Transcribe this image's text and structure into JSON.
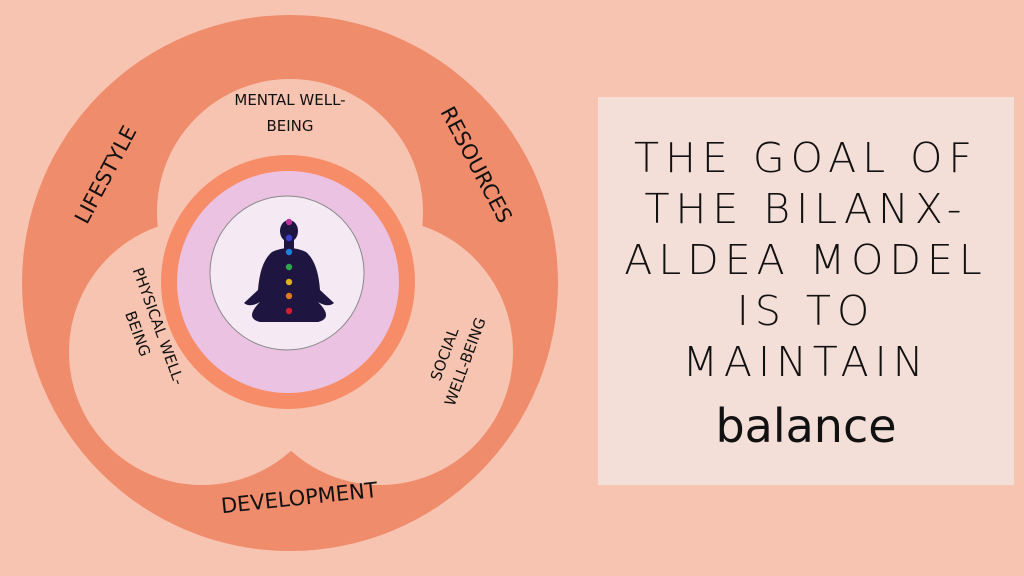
{
  "diagram": {
    "outer_labels": {
      "lifestyle": "LIFESTYLE",
      "resources": "RESOURCES",
      "development": "DEVELOPMENT"
    },
    "lobes": {
      "mental": [
        "MENTAL WELL-",
        "BEING"
      ],
      "physical": [
        "PHYSICAL WELL-",
        "BEING"
      ],
      "social": [
        "SOCIAL",
        "WELL-BEING"
      ]
    },
    "center_icon": "meditation-figure-chakras-icon",
    "colors": {
      "background": "#f7c4b1",
      "outer_ring": "#ef8c6c",
      "lobe": "#f7c4b1",
      "inner_ring": "#f68c68",
      "lilac": "#ecc2e2",
      "center": "#f5eaf3",
      "figure": "#1e1640"
    },
    "chakra_colors": [
      "#c0309a",
      "#3a3fd0",
      "#1e7fe0",
      "#2aa84a",
      "#e0b020",
      "#e07a20",
      "#d02030"
    ]
  },
  "goal": {
    "lines": [
      "THE GOAL OF",
      "THE BILANX-",
      "ALDEA MODEL",
      "IS TO",
      "MAINTAIN"
    ],
    "emphasis": "balance"
  }
}
